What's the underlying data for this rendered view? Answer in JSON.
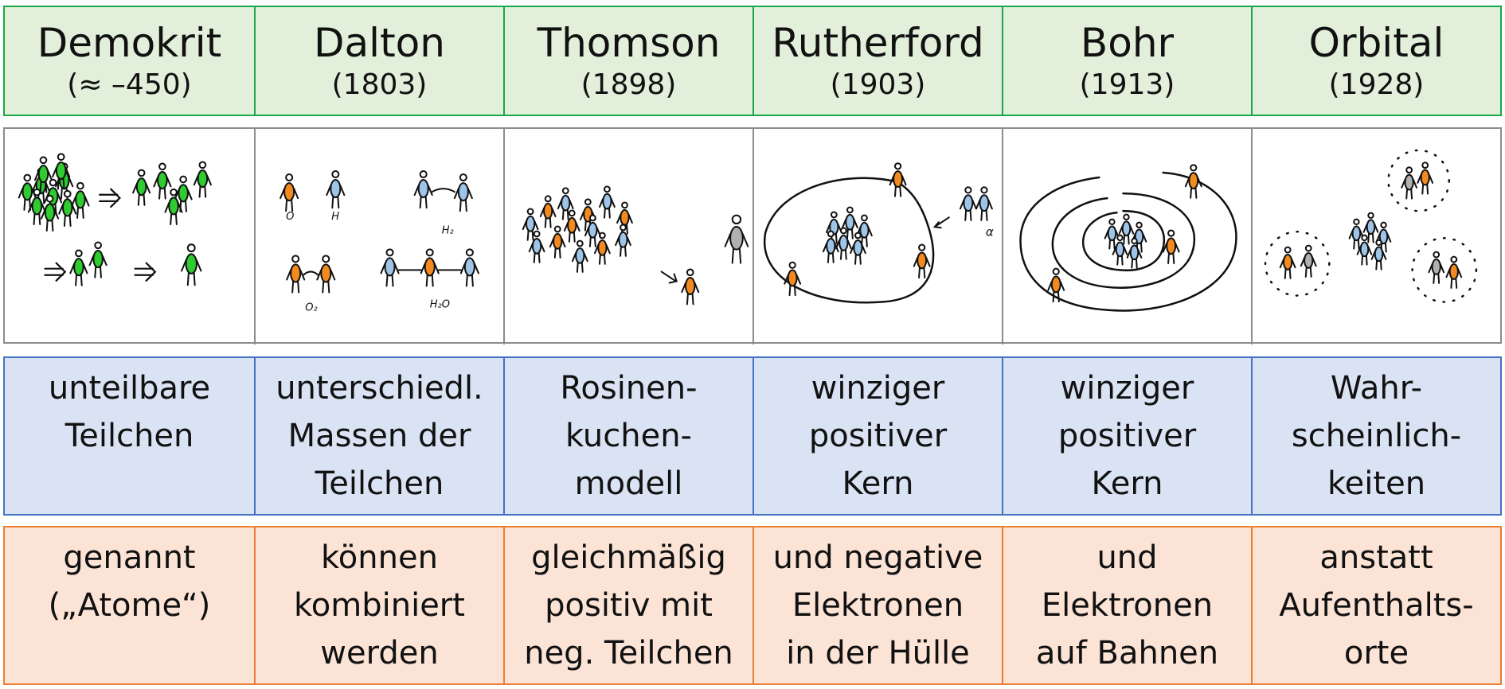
{
  "models": [
    {
      "name": "Demokrit",
      "year": "(≈ –450)",
      "description": [
        "unteilbare",
        "Teilchen"
      ],
      "detail": [
        "genannt",
        "(„Atome“)"
      ],
      "icon": "democritus-particles-icon"
    },
    {
      "name": "Dalton",
      "year": "(1803)",
      "description": [
        "unterschiedl.",
        "Massen der",
        "Teilchen"
      ],
      "detail": [
        "können",
        "kombiniert",
        "werden"
      ],
      "icon": "dalton-molecules-icon",
      "labels": [
        "O",
        "H",
        "H₂",
        "O₂",
        "H₂O"
      ]
    },
    {
      "name": "Thomson",
      "year": "(1898)",
      "description": [
        "Rosinen-",
        "kuchen-",
        "modell"
      ],
      "detail": [
        "gleichmäßig",
        "positiv mit",
        "neg. Teilchen"
      ],
      "icon": "plum-pudding-icon"
    },
    {
      "name": "Rutherford",
      "year": "(1903)",
      "description": [
        "winziger",
        "positiver",
        "Kern"
      ],
      "detail": [
        "und negative",
        "Elektronen",
        "in der Hülle"
      ],
      "icon": "rutherford-nucleus-icon",
      "labels": [
        "α"
      ]
    },
    {
      "name": "Bohr",
      "year": "(1913)",
      "description": [
        "winziger",
        "positiver",
        "Kern"
      ],
      "detail": [
        "und",
        "Elektronen",
        "auf Bahnen"
      ],
      "icon": "bohr-orbits-icon"
    },
    {
      "name": "Orbital",
      "year": "(1928)",
      "description": [
        "Wahr-",
        "scheinlich-",
        "keiten"
      ],
      "detail": [
        "anstatt",
        "Aufenthalts-",
        "orte"
      ],
      "icon": "orbital-clouds-icon"
    }
  ],
  "colors": {
    "header_bg": "#e2efda",
    "header_border": "#18a84a",
    "description_bg": "#d9e3f3",
    "description_border": "#4472c4",
    "detail_bg": "#fbe3d6",
    "detail_border": "#ed7d31",
    "particle_green": "#2ecc2e",
    "particle_blue": "#9ec5e8",
    "particle_orange": "#f28a1f",
    "particle_gray": "#b0b0b0"
  }
}
